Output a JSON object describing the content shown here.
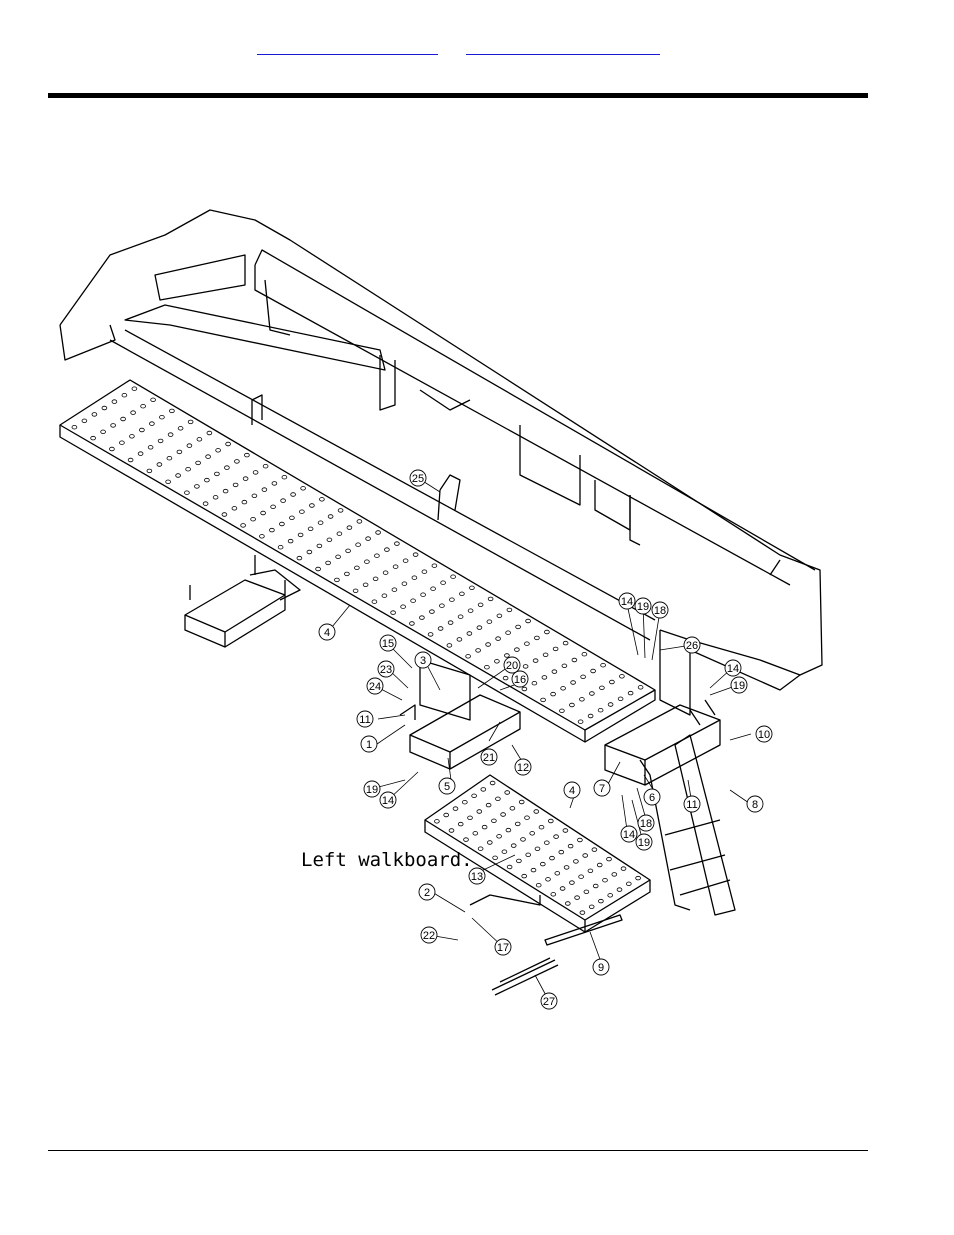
{
  "header": {
    "links": [
      {
        "label": ""
      },
      {
        "label": ""
      }
    ]
  },
  "drawing": {
    "caption": "Left walkboard.",
    "callouts": [
      {
        "label": "1"
      },
      {
        "label": "2"
      },
      {
        "label": "3"
      },
      {
        "label": "4"
      },
      {
        "label": "4"
      },
      {
        "label": "5"
      },
      {
        "label": "6"
      },
      {
        "label": "7"
      },
      {
        "label": "8"
      },
      {
        "label": "9"
      },
      {
        "label": "10"
      },
      {
        "label": "11"
      },
      {
        "label": "11"
      },
      {
        "label": "12"
      },
      {
        "label": "13"
      },
      {
        "label": "14"
      },
      {
        "label": "14"
      },
      {
        "label": "14"
      },
      {
        "label": "14"
      },
      {
        "label": "15"
      },
      {
        "label": "16"
      },
      {
        "label": "17"
      },
      {
        "label": "18"
      },
      {
        "label": "18"
      },
      {
        "label": "19"
      },
      {
        "label": "19"
      },
      {
        "label": "19"
      },
      {
        "label": "19"
      },
      {
        "label": "20"
      },
      {
        "label": "21"
      },
      {
        "label": "22"
      },
      {
        "label": "23"
      },
      {
        "label": "24"
      },
      {
        "label": "25"
      },
      {
        "label": "26"
      },
      {
        "label": "27"
      }
    ]
  }
}
